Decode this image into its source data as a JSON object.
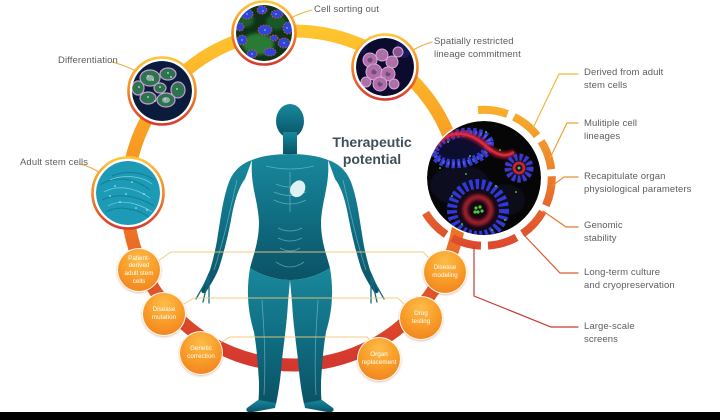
{
  "title": "Therapeutic\npotential",
  "stages": [
    {
      "id": "adult-stem-cells",
      "label": "Adult stem cells"
    },
    {
      "id": "differentiation",
      "label": "Differentiation"
    },
    {
      "id": "cell-sorting-out",
      "label": "Cell sorting out"
    },
    {
      "id": "spatially-restricted",
      "label": "Spatially restricted\nlineage commitment"
    }
  ],
  "organoid_features": [
    {
      "label": "Derived from adult\nstem cells"
    },
    {
      "label": "Mulitiple cell\nlineages"
    },
    {
      "label": "Recapitulate organ\nphysiological parameters"
    },
    {
      "label": "Genomic\nstability"
    },
    {
      "label": "Long-term culture\nand cryopreservation"
    },
    {
      "label": "Large-scale\nscreens"
    }
  ],
  "applications": [
    {
      "label": "Patient-\nderived\nadult stem\ncells"
    },
    {
      "label": "Disease\nmutation"
    },
    {
      "label": "Genetic\ncorrection"
    },
    {
      "label": "Disease\nmodeling"
    },
    {
      "label": "Drug\ntesting"
    },
    {
      "label": "Organ\nreplacement"
    }
  ],
  "colors": {
    "ring_top": "#FEC52F",
    "ring_mid": "#F6921F",
    "ring_bottom": "#D3372E",
    "badge_orange": "#F68B1F",
    "body_teal": "#0F6B80",
    "label_text": "#5C5D5F",
    "title_text": "#3E4F5A"
  }
}
